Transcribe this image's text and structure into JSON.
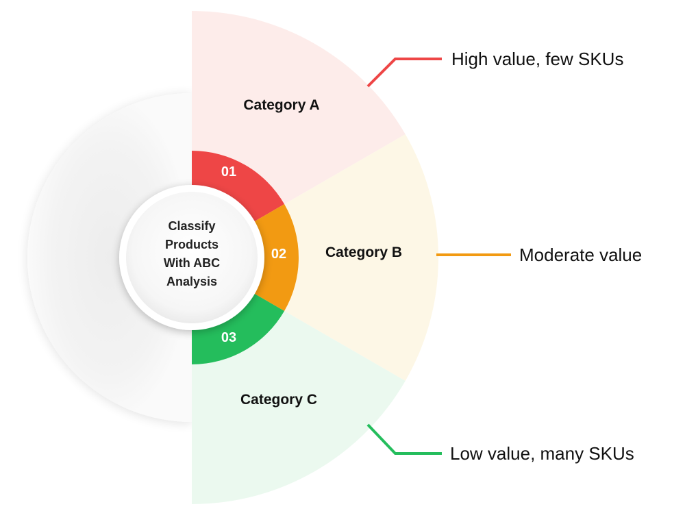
{
  "hub": {
    "lines": [
      "Classify",
      "Products",
      "With ABC",
      "Analysis"
    ]
  },
  "categories": [
    {
      "number": "01",
      "label": "Category A",
      "callout": "High value, few SKUs",
      "color": "#ee4646",
      "fill": "#fdecea"
    },
    {
      "number": "02",
      "label": "Category B",
      "callout": "Moderate value",
      "color": "#f29a12",
      "fill": "#fdf7e6"
    },
    {
      "number": "03",
      "label": "Category C",
      "callout": "Low value, many SKUs",
      "color": "#24bd5c",
      "fill": "#ebf9ef"
    }
  ]
}
